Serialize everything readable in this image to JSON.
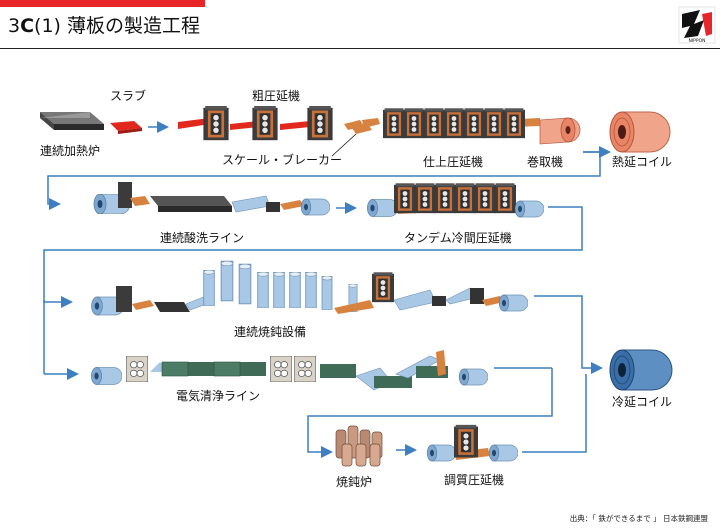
{
  "title": {
    "prefix": "3",
    "letter": "C",
    "rest": "(1) 薄板の製造工程"
  },
  "labels": {
    "slab": "スラブ",
    "reheat_furnace": "連続加熱炉",
    "rough_mill": "粗圧延機",
    "scale_breaker": "スケール・ブレーカー",
    "finish_mill": "仕上圧延機",
    "coiler": "巻取機",
    "hot_coil": "熱延コイル",
    "pickling_line": "連続酸洗ライン",
    "tandem_mill": "タンデム冷間圧延機",
    "annealing_line": "連続焼鈍設備",
    "cleaning_line": "電気清浄ライン",
    "cold_coil": "冷延コイル",
    "batch_furnace": "焼鈍炉",
    "temper_mill": "調質圧延機"
  },
  "logo_text": "NIPPON",
  "source": "出典：「 鉄ができるまで 」 日本鉄鋼連盟",
  "colors": {
    "accent": "#e8262a",
    "arrow": "#3d7fc1",
    "strip": "#a9c8e6",
    "hot_coil": "#e98465",
    "cold_coil": "#3a6ea8",
    "mill": "#3b3b3b",
    "roll": "#d88240",
    "bath": "#3f6b57"
  }
}
